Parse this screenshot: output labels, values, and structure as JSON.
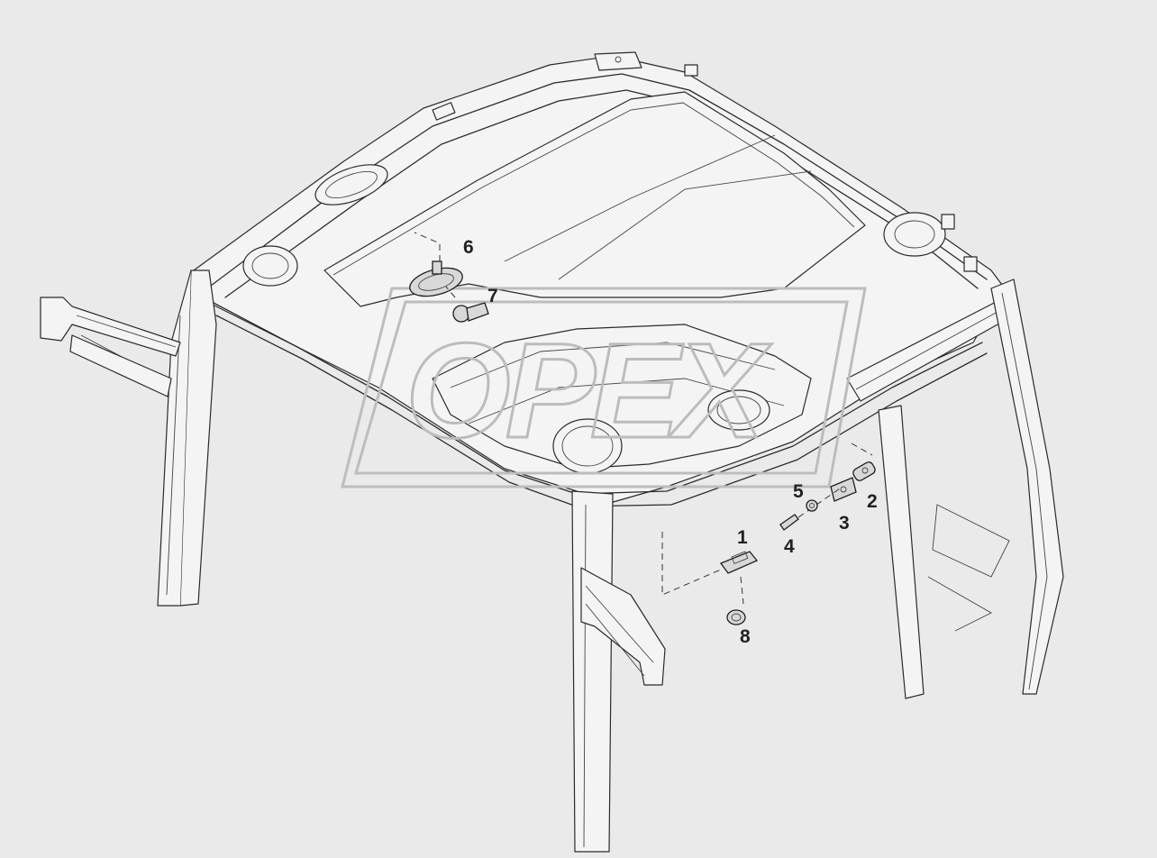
{
  "diagram": {
    "callouts": [
      {
        "id": "6",
        "label": "6"
      },
      {
        "id": "7",
        "label": "7"
      },
      {
        "id": "1",
        "label": "1"
      },
      {
        "id": "2",
        "label": "2"
      },
      {
        "id": "3",
        "label": "3"
      },
      {
        "id": "4",
        "label": "4"
      },
      {
        "id": "5",
        "label": "5"
      },
      {
        "id": "8",
        "label": "8"
      }
    ]
  },
  "watermark": {
    "text": "OPEX"
  },
  "colors": {
    "background": "#eaeaea",
    "line": "#2b2b2b",
    "watermark": "#bdbdbd"
  }
}
